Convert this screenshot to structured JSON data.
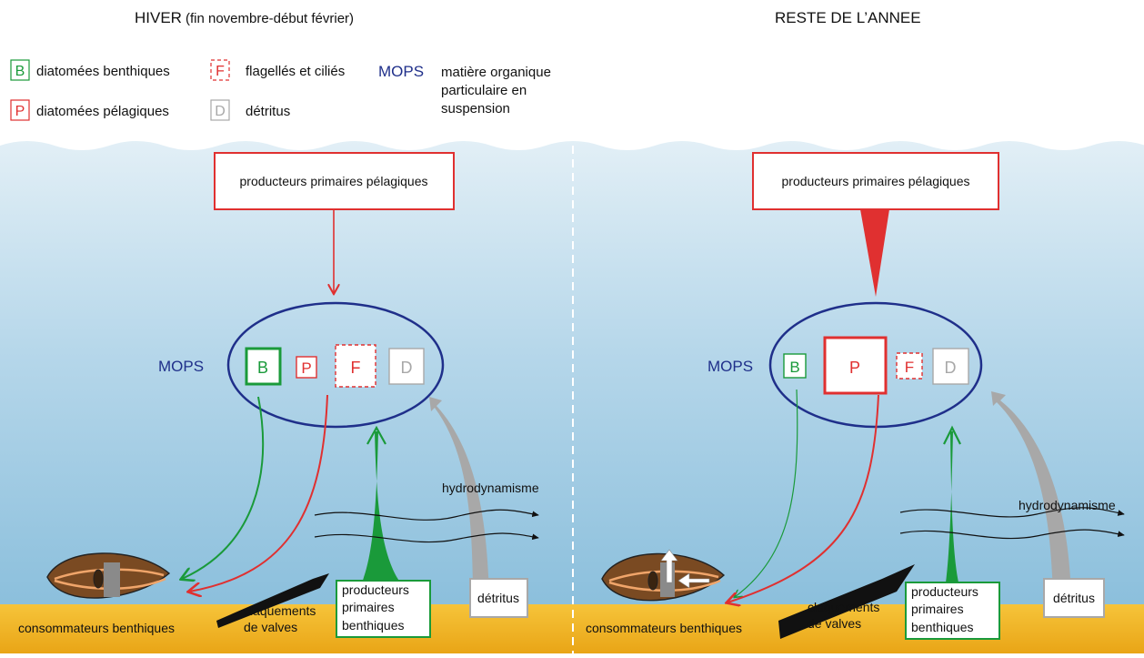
{
  "titles": {
    "left_main": "HIVER",
    "left_sub": "(fin novembre-début février)",
    "right": "RESTE DE L’ANNEE"
  },
  "legend": {
    "B": {
      "letter": "B",
      "text": "diatomées benthiques"
    },
    "P": {
      "letter": "P",
      "text": "diatomées pélagiques"
    },
    "F": {
      "letter": "F",
      "text": "flagellés et ciliés"
    },
    "D": {
      "letter": "D",
      "text": "détritus"
    },
    "MOPS": {
      "abbr": "MOPS",
      "lines": [
        "matière organique",
        "particulaire en",
        "suspension"
      ]
    }
  },
  "panels": {
    "left": {
      "pelagic_box": "producteurs primaires pélagiques",
      "mops_label": "MOPS",
      "hydro": "hydrodynamisme",
      "consumers": "consommateurs benthiques",
      "valves": [
        "claquements",
        "de valves"
      ],
      "benthic_box": [
        "producteurs",
        "primaires",
        "benthiques"
      ],
      "detritus_box": "détritus"
    },
    "right": {
      "pelagic_box": "producteurs primaires pélagiques",
      "mops_label": "MOPS",
      "hydro": "hydrodynamisme",
      "consumers": "consommateurs benthiques",
      "valves": [
        "claquements",
        "de valves"
      ],
      "benthic_box": [
        "producteurs",
        "primaires",
        "benthiques"
      ],
      "detritus_box": "détritus"
    }
  },
  "colors": {
    "green": "#1a9a3a",
    "red": "#e03030",
    "navy": "#1f2f8a",
    "grey": "#a8a8a8",
    "sand": "#f2b020",
    "water_top": "#dcebf4",
    "water_bottom": "#8fc2de",
    "shell": "#7a4a22",
    "orange_line": "#f0a56a"
  }
}
